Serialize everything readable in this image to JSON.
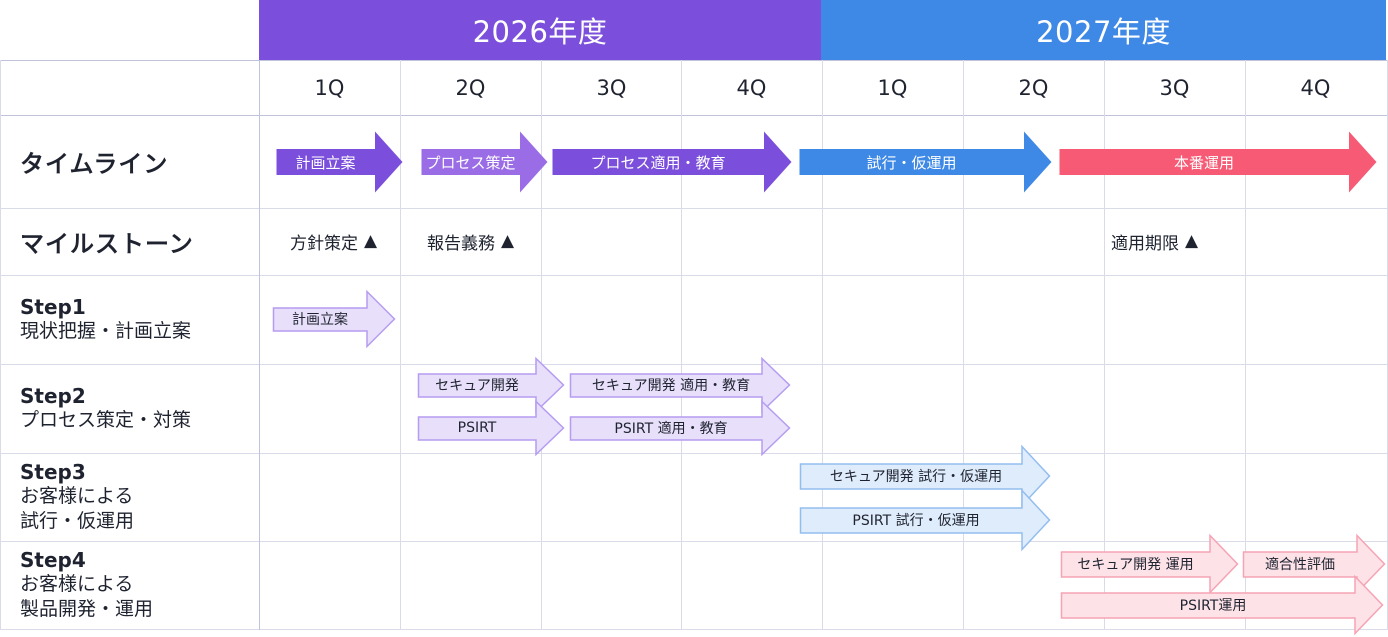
{
  "years": [
    {
      "label": "2026年度",
      "color": "#7b4fdb"
    },
    {
      "label": "2027年度",
      "color": "#3e88e6"
    }
  ],
  "quarters": [
    "1Q",
    "2Q",
    "3Q",
    "4Q",
    "1Q",
    "2Q",
    "3Q",
    "4Q"
  ],
  "rows": {
    "timeline": "タイムライン",
    "milestone": "マイルストーン",
    "step1": {
      "title": "Step1",
      "lines": [
        "現状把握・計画立案"
      ]
    },
    "step2": {
      "title": "Step2",
      "lines": [
        "プロセス策定・対策"
      ]
    },
    "step3": {
      "title": "Step3",
      "lines": [
        "お客様による",
        "試行・仮運用"
      ]
    },
    "step4": {
      "title": "Step4",
      "lines": [
        "お客様による",
        "製品開発・運用"
      ]
    }
  },
  "timeline_arrows": [
    {
      "label": "計画立案",
      "color": "#7b4fdb"
    },
    {
      "label": "プロセス策定",
      "color": "#9a6ce6"
    },
    {
      "label": "プロセス適用・教育",
      "color": "#7b4fdb"
    },
    {
      "label": "試行・仮運用",
      "color": "#3e88e6"
    },
    {
      "label": "本番運用",
      "color": "#f65a74"
    }
  ],
  "milestones": [
    {
      "label": "方針策定",
      "marker": "▲"
    },
    {
      "label": "報告義務",
      "marker": "▲"
    },
    {
      "label": "適用期限",
      "marker": "▲"
    }
  ],
  "step_arrows": {
    "step1": [
      "計画立案"
    ],
    "step2": [
      "セキュア開発",
      "セキュア開発 適用・教育",
      "PSIRT",
      "PSIRT 適用・教育"
    ],
    "step3": [
      "セキュア開発 試行・仮運用",
      "PSIRT 試行・仮運用"
    ],
    "step4": [
      "セキュア開発 運用",
      "適合性評価",
      "PSIRT運用"
    ]
  },
  "colors": {
    "purple_dark": "#7b4fdb",
    "purple_mid": "#9a6ce6",
    "blue": "#3e88e6",
    "pink": "#f65a74",
    "light_purple_fill": "#e8dffb",
    "light_purple_stroke": "#b59cf0",
    "light_blue_fill": "#dfecfb",
    "light_blue_stroke": "#93bdef",
    "light_pink_fill": "#fde3e8",
    "light_pink_stroke": "#f6a3b4",
    "grid": "#d9dce8",
    "grid_strong": "#bfc3dc"
  }
}
